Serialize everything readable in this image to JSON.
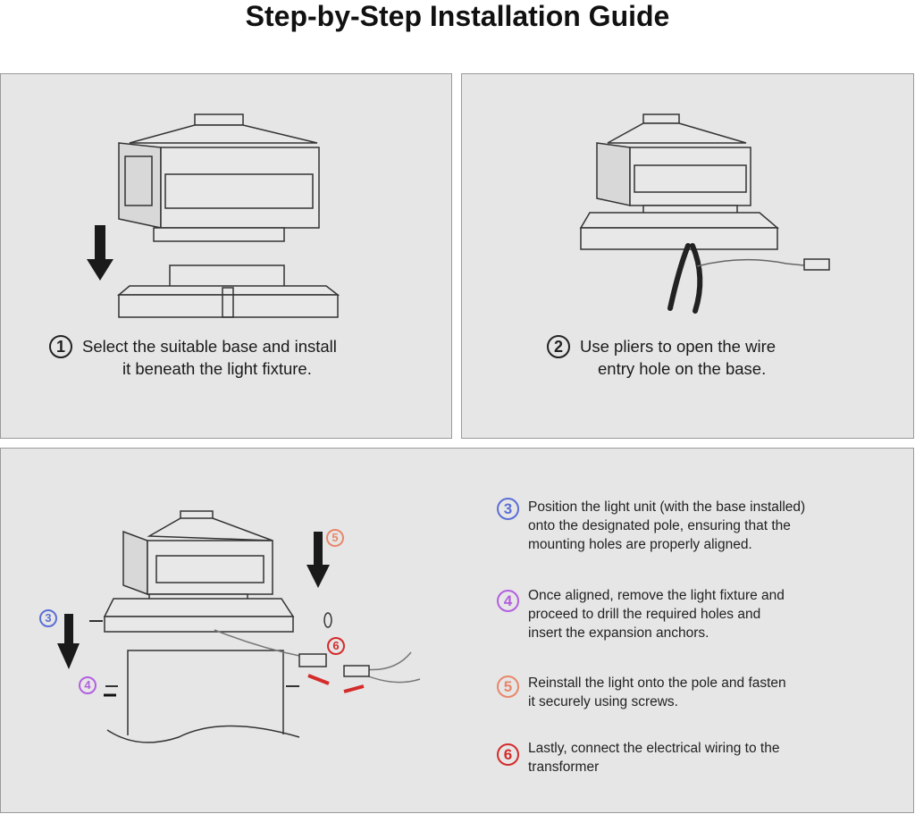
{
  "title": "Step-by-Step Installation Guide",
  "steps": [
    {
      "number": "1",
      "color": "#222222",
      "lines": [
        "Select the suitable base and install",
        "it beneath the light fixture."
      ]
    },
    {
      "number": "2",
      "color": "#222222",
      "lines": [
        "Use pliers to open the wire",
        "entry hole on the base."
      ]
    },
    {
      "number": "3",
      "color": "#5b6fd6",
      "lines": [
        "Position the light unit (with the base installed)",
        "onto the designated pole, ensuring that the",
        "mounting holes are properly aligned."
      ]
    },
    {
      "number": "4",
      "color": "#b35fe0",
      "lines": [
        "Once aligned, remove the light fixture and",
        "proceed to drill the required holes and",
        "insert the expansion anchors."
      ]
    },
    {
      "number": "5",
      "color": "#e8876a",
      "lines": [
        "Reinstall the light onto the pole and fasten",
        "it securely using screws."
      ]
    },
    {
      "number": "6",
      "color": "#d42b2b",
      "lines": [
        "Lastly, connect the electrical wiring to the",
        "transformer"
      ]
    }
  ],
  "diagram_labels": {
    "step3": "3",
    "step4": "4",
    "step5": "5",
    "step6": "6"
  }
}
